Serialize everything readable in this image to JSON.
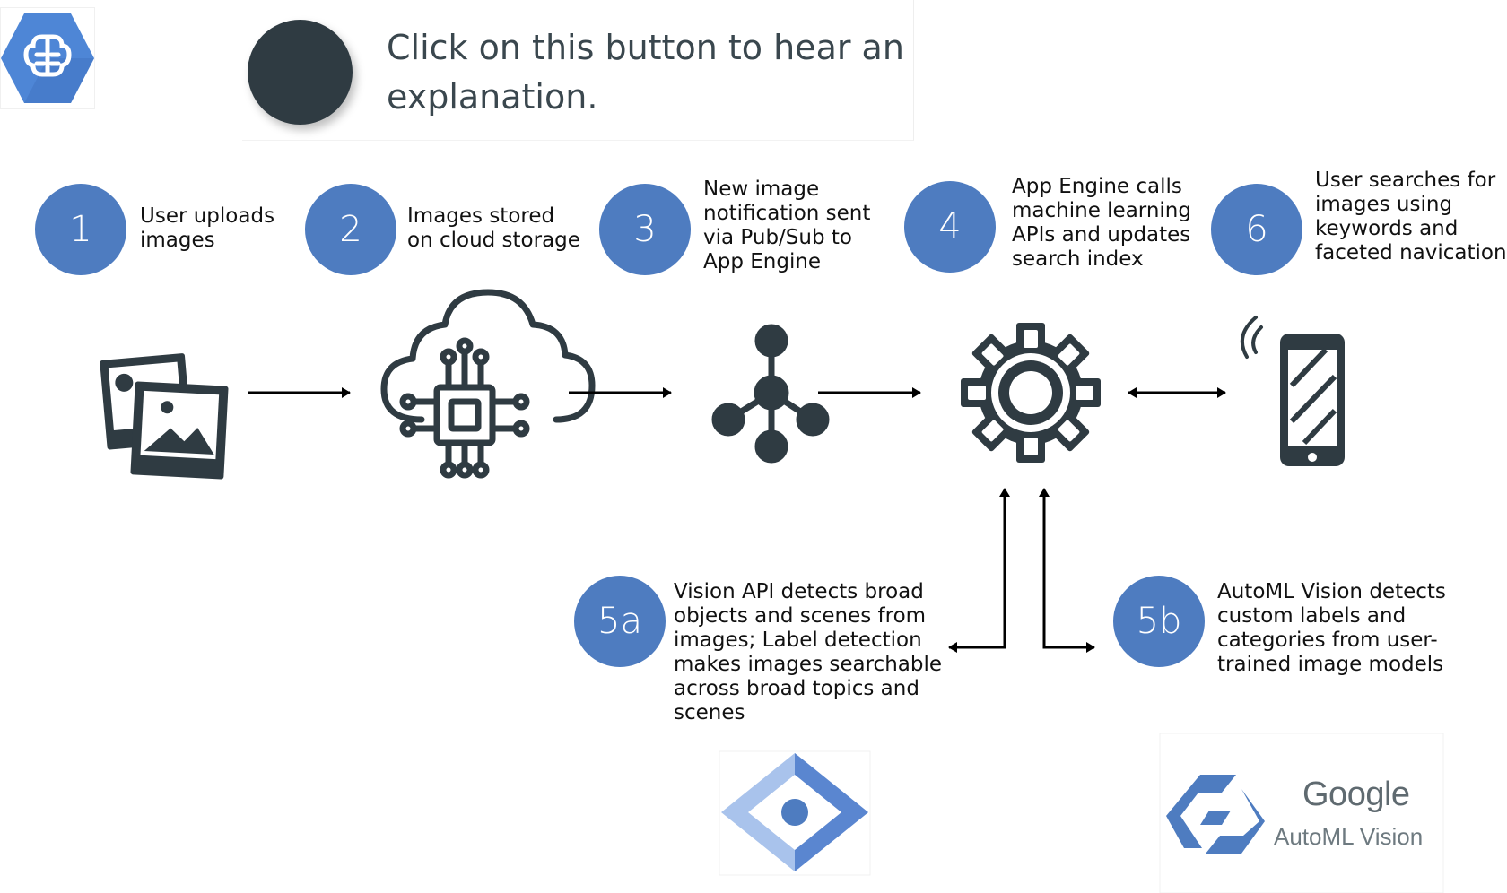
{
  "header": {
    "instruction": "Click on this button to hear an explanation."
  },
  "steps": [
    {
      "number": "1",
      "text": "User uploads\nimages"
    },
    {
      "number": "2",
      "text": "Images stored\non cloud storage"
    },
    {
      "number": "3",
      "text": "New image\nnotification sent\nvia Pub/Sub to\nApp Engine"
    },
    {
      "number": "4",
      "text": "App Engine calls\nmachine learning\nAPIs and updates\nsearch index"
    },
    {
      "number": "6",
      "text": "User searches for\nimages using\nkeywords and\nfaceted navication"
    },
    {
      "number": "5a",
      "text": "Vision API detects broad\nobjects and scenes from\nimages; Label detection\nmakes images searchable\nacross broad topics and\nscenes"
    },
    {
      "number": "5b",
      "text": "AutoML Vision detects\ncustom labels and\ncategories from user-\ntrained image models"
    }
  ],
  "logos": {
    "google": "Google",
    "automl": "AutoML Vision"
  },
  "icons": [
    "brain-logo-icon",
    "photos-icon",
    "cloud-chip-icon",
    "pubsub-hub-icon",
    "gear-icon",
    "smartphone-icon",
    "vision-api-logo-icon",
    "automl-logo-icon"
  ],
  "colors": {
    "step_circle": "#4e7cc0",
    "icon_dark": "#2f3b42",
    "header_text": "#3a474e",
    "brain_hex": "#4e86d6",
    "vision_light": "#a9c3ec",
    "vision_dark": "#5a86d0"
  }
}
